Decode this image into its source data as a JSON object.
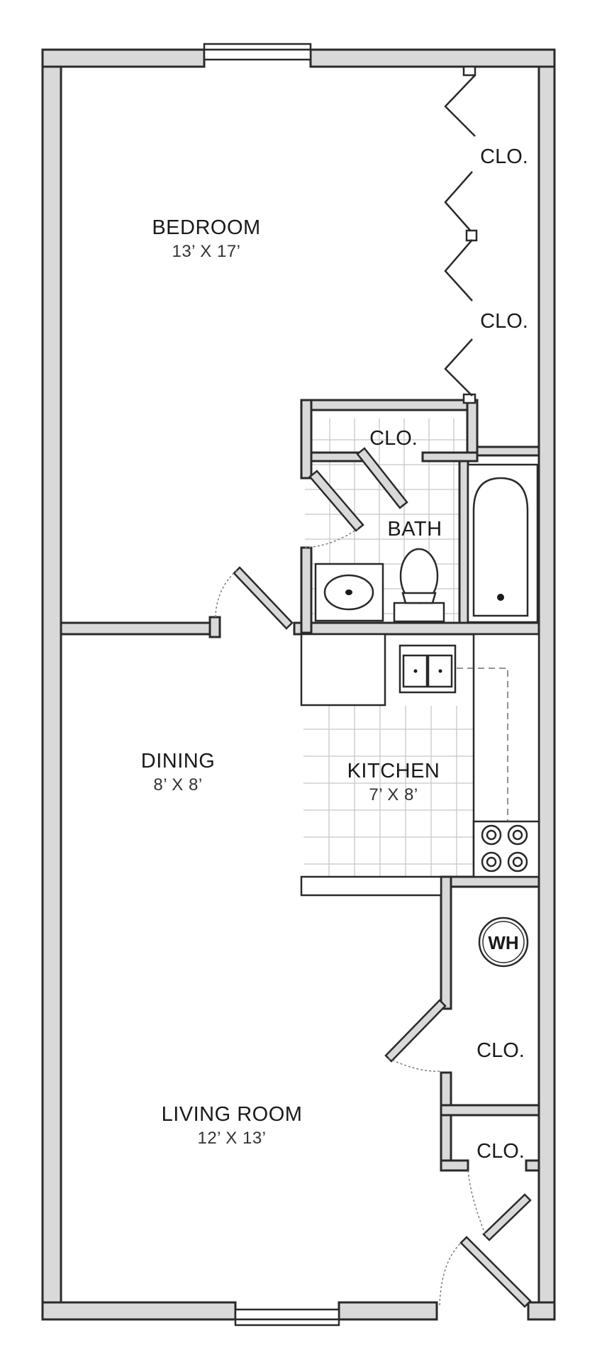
{
  "rooms": {
    "bedroom": {
      "name": "BEDROOM",
      "dims": "13’ X 17’"
    },
    "dining": {
      "name": "DINING",
      "dims": "8’ X 8’"
    },
    "kitchen": {
      "name": "KITCHEN",
      "dims": "7’ X 8’"
    },
    "living_room": {
      "name": "LIVING ROOM",
      "dims": "12’ X 13’"
    },
    "bath": {
      "name": "BATH"
    }
  },
  "closets": [
    {
      "label": "CLO."
    },
    {
      "label": "CLO."
    },
    {
      "label": "CLO."
    },
    {
      "label": "CLO."
    },
    {
      "label": "CLO."
    }
  ],
  "water_heater": {
    "label": "WH"
  },
  "colors": {
    "wall_fill": "#d9d9d9",
    "outline": "#2a2a2a",
    "tile_lines": "#c8c8c8"
  }
}
